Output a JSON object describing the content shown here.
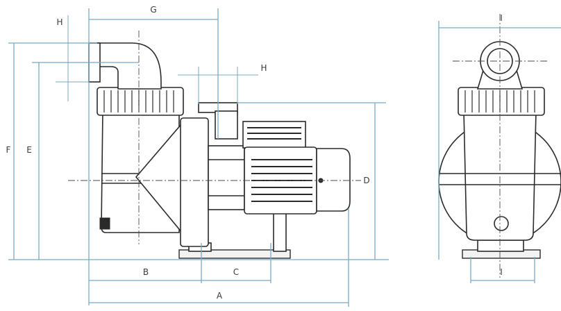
{
  "labels": {
    "A": "A",
    "B": "B",
    "C": "C",
    "D": "D",
    "E": "E",
    "F": "F",
    "G": "G",
    "H_top_left": "H",
    "H_right": "H",
    "I_top": "I",
    "I_bottom": "I"
  },
  "colors": {
    "dimension_line": "#7aa9c4",
    "outline": "#2a2a2a",
    "background": "#ffffff"
  }
}
